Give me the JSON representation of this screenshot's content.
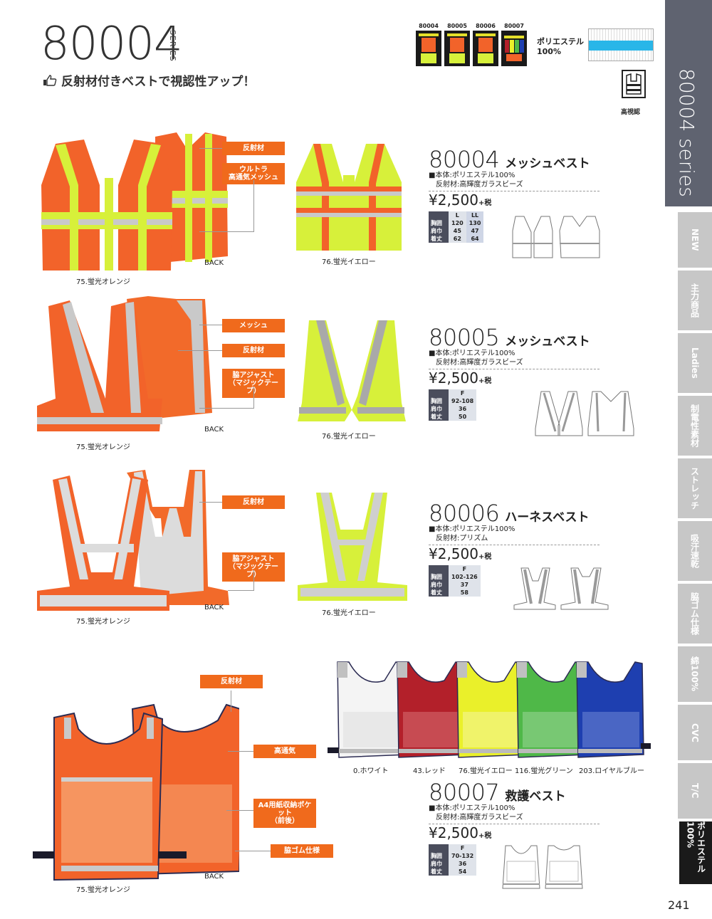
{
  "header": {
    "series_number": "80004",
    "series_word": "SERIES",
    "tagline": "反射材付きベストで視認性アップ！",
    "color_codes": [
      "80004",
      "80005",
      "80006",
      "80007"
    ],
    "material": [
      "ポリエステル",
      "100%"
    ],
    "hv_label": "高視認"
  },
  "sidebar": {
    "title": "80004 series",
    "tabs": [
      "NEW",
      "主力商品",
      "Ladies",
      "制電性素材",
      "ストレッチ",
      "吸汗速乾",
      "脇ゴム仕様",
      "綿100%",
      "CVC",
      "T/C",
      "ポリエステル100%"
    ],
    "active_tab": "ポリエステル100%"
  },
  "page_number": "241",
  "products": [
    {
      "code": "80004",
      "name": "メッシュベスト",
      "spec1": "■本体:ポリエステル100%",
      "spec2": "反射材:高輝度ガラスビーズ",
      "price": "¥2,500",
      "tax": "+税",
      "sizes": [
        "L",
        "LL"
      ],
      "rows": [
        [
          "胸囲",
          "120",
          "130"
        ],
        [
          "肩巾",
          "45",
          "47"
        ],
        [
          "着丈",
          "62",
          "64"
        ]
      ],
      "callouts": [
        "反射材",
        "ウルトラ\n高通気メッシュ"
      ],
      "captions": [
        "75.蛍光オレンジ",
        "BACK",
        "76.蛍光イエロー"
      ]
    },
    {
      "code": "80005",
      "name": "メッシュベスト",
      "spec1": "■本体:ポリエステル100%",
      "spec2": "反射材:高輝度ガラスビーズ",
      "price": "¥2,500",
      "tax": "+税",
      "sizes": [
        "F"
      ],
      "rows": [
        [
          "胸囲",
          "92-108"
        ],
        [
          "肩巾",
          "36"
        ],
        [
          "着丈",
          "50"
        ]
      ],
      "callouts": [
        "メッシュ",
        "反射材",
        "脇アジャスト\n（マジックテープ）"
      ],
      "captions": [
        "75.蛍光オレンジ",
        "BACK",
        "76.蛍光イエロー"
      ]
    },
    {
      "code": "80006",
      "name": "ハーネスベスト",
      "spec1": "■本体:ポリエステル100%",
      "spec2": "反射材:プリズム",
      "price": "¥2,500",
      "tax": "+税",
      "sizes": [
        "F"
      ],
      "rows": [
        [
          "胸囲",
          "102-126"
        ],
        [
          "肩巾",
          "37"
        ],
        [
          "着丈",
          "58"
        ]
      ],
      "callouts": [
        "反射材",
        "脇アジャスト\n（マジックテープ）"
      ],
      "captions": [
        "75.蛍光オレンジ",
        "BACK",
        "76.蛍光イエロー"
      ]
    },
    {
      "code": "80007",
      "name": "救護ベスト",
      "spec1": "■本体:ポリエステル100%",
      "spec2": "反射材:高輝度ガラスビーズ",
      "price": "¥2,500",
      "tax": "+税",
      "sizes": [
        "F"
      ],
      "rows": [
        [
          "胸囲",
          "70-132"
        ],
        [
          "肩巾",
          "36"
        ],
        [
          "着丈",
          "54"
        ]
      ],
      "callouts": [
        "反射材",
        "高通気",
        "A4用紙収納ポケット\n（前後）",
        "脇ゴム仕様"
      ],
      "captions": [
        "75.蛍光オレンジ",
        "BACK"
      ],
      "color_captions": [
        "0.ホワイト",
        "43.レッド",
        "76.蛍光イエロー",
        "116.蛍光グリーン",
        "203.ロイヤルブルー"
      ]
    }
  ],
  "colors": {
    "orange": "#f2632a",
    "yellow": "#d7f03a",
    "reflective": "#c8c8c8",
    "callout": "#f06a1c",
    "white_vest": "#f4f4f4",
    "red_vest": "#b3202a",
    "yellow_vest": "#eaf02a",
    "green_vest": "#4fb848",
    "blue_vest": "#1e3fb0"
  }
}
